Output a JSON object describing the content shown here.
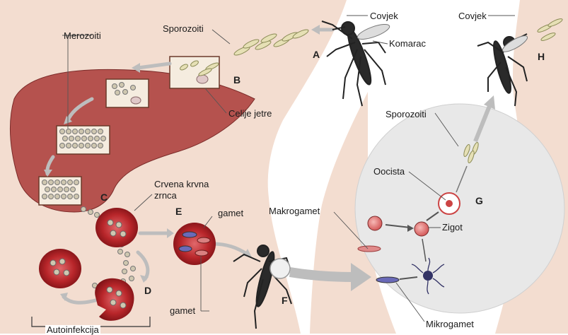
{
  "labels": {
    "covjek_left": "Covjek",
    "covjek_right": "Covjek",
    "komarac": "Komarac",
    "sporozoiti_top": "Sporozoiti",
    "merozoiti": "Merozoiti",
    "celije_jetre": "Celije jetre",
    "crvena_line1": "Crvena krvna",
    "crvena_line2": "zrnca",
    "gamet_top": "gamet",
    "gamet_bottom": "gamet",
    "makrogamet": "Makrogamet",
    "mikrogamet": "Mikrogamet",
    "sporozoiti_mid": "Sporozoiti",
    "oocista": "Oocista",
    "zigot": "Zigot",
    "autoinfekcija": "Autoinfekcija"
  },
  "stages": {
    "a": "A",
    "b": "B",
    "c": "C",
    "d": "D",
    "e": "E",
    "f": "F",
    "g": "G",
    "h": "H"
  },
  "colors": {
    "skin": "#f3ddd0",
    "liver": "#b5524e",
    "rbc": "#b8262a",
    "mosquito": "#2a2a2a",
    "arrow": "#bdbdbd",
    "circle": "#e9e9e9"
  }
}
